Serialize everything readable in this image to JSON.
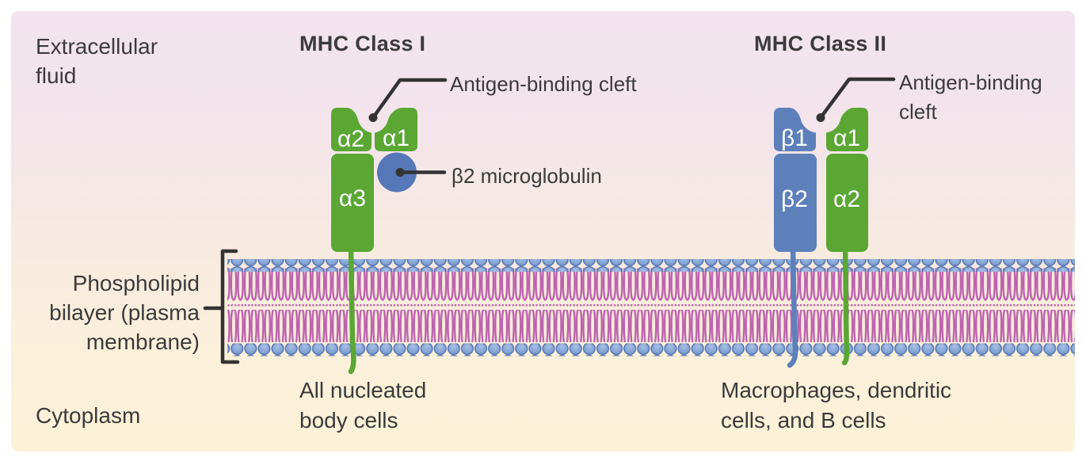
{
  "regions": {
    "extracellular": {
      "line1": "Extracellular",
      "line2": "fluid"
    },
    "cytoplasm": "Cytoplasm"
  },
  "membrane": {
    "label": {
      "line1": "Phospholipid",
      "line2": "bilayer (plasma",
      "line3": "membrane)"
    }
  },
  "mhc_class_1": {
    "title": "MHC Class I",
    "domains": {
      "alpha1": "α1",
      "alpha2": "α2",
      "alpha3": "α3"
    },
    "annotations": {
      "antigen_binding_cleft": "Antigen-binding cleft",
      "beta2_microglobulin": "β2 microglobulin"
    },
    "expressed_on": {
      "line1": "All nucleated",
      "line2": "body cells"
    }
  },
  "mhc_class_2": {
    "title": "MHC Class II",
    "domains": {
      "beta1": "β1",
      "beta2": "β2",
      "alpha1": "α1",
      "alpha2": "α2"
    },
    "annotations": {
      "antigen_binding_cleft": {
        "line1": "Antigen-binding",
        "line2": "cleft"
      }
    },
    "expressed_on": {
      "line1": "Macrophages, dendritic",
      "line2": "cells, and B cells"
    }
  },
  "colors": {
    "alpha_chain_green": "#5aa734",
    "beta_chain_blue": "#5d80bb",
    "beta2_microglobulin_blue": "#5677b8",
    "lipid_head_blue": "#7fa0d2",
    "lipid_tail_pink": "#bd63ae",
    "annotation_line": "#333333",
    "text": "#3b3b3b",
    "panel_background_top": "#f2e3ee",
    "panel_background_bottom": "#fcf2d7"
  }
}
